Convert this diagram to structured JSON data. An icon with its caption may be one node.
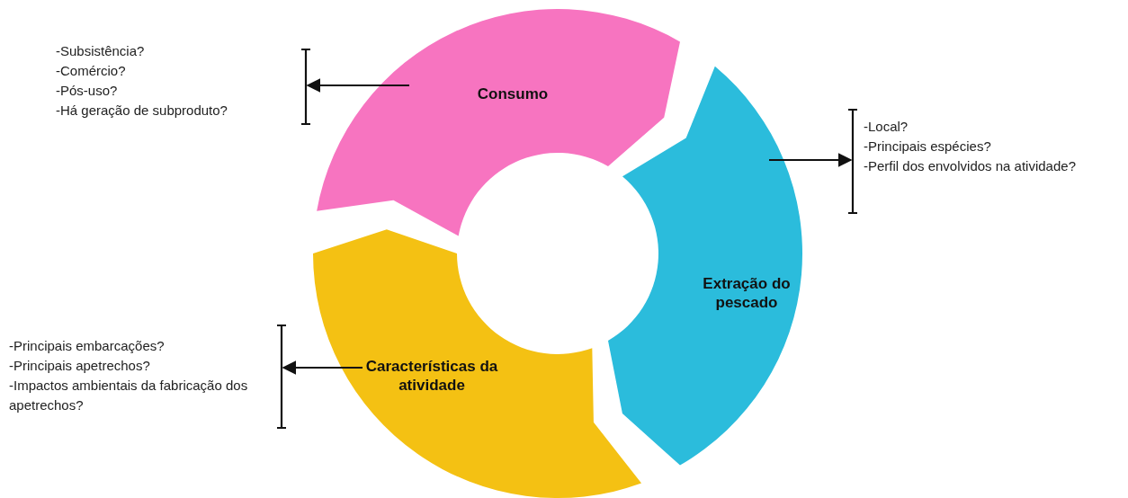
{
  "diagram": {
    "nodes": [
      {
        "text": [
          "Consumo"
        ]
      },
      {
        "text": [
          "Extração do pescado"
        ]
      },
      {
        "text": [
          "Características da atividade"
        ]
      },
      {
        "text": [
          "-Subsistência?",
          "-Comércio?",
          "-Pós-uso?",
          "-Há geração de subproduto?"
        ]
      },
      {
        "text": [
          "-Local?",
          "-Principais espécies?",
          "-Perfil dos envolvidos na atividade?"
        ]
      },
      {
        "text": [
          "-Principais embarcações?",
          "-Principais apetrechos?",
          "-Impactos ambientais da fabricação dos apetrechos?"
        ]
      }
    ],
    "edges": [
      {
        "from": 0,
        "to": 3,
        "arrow": "to"
      },
      {
        "from": 1,
        "to": 4,
        "arrow": "to"
      },
      {
        "from": 2,
        "to": 5,
        "arrow": "to"
      }
    ]
  }
}
